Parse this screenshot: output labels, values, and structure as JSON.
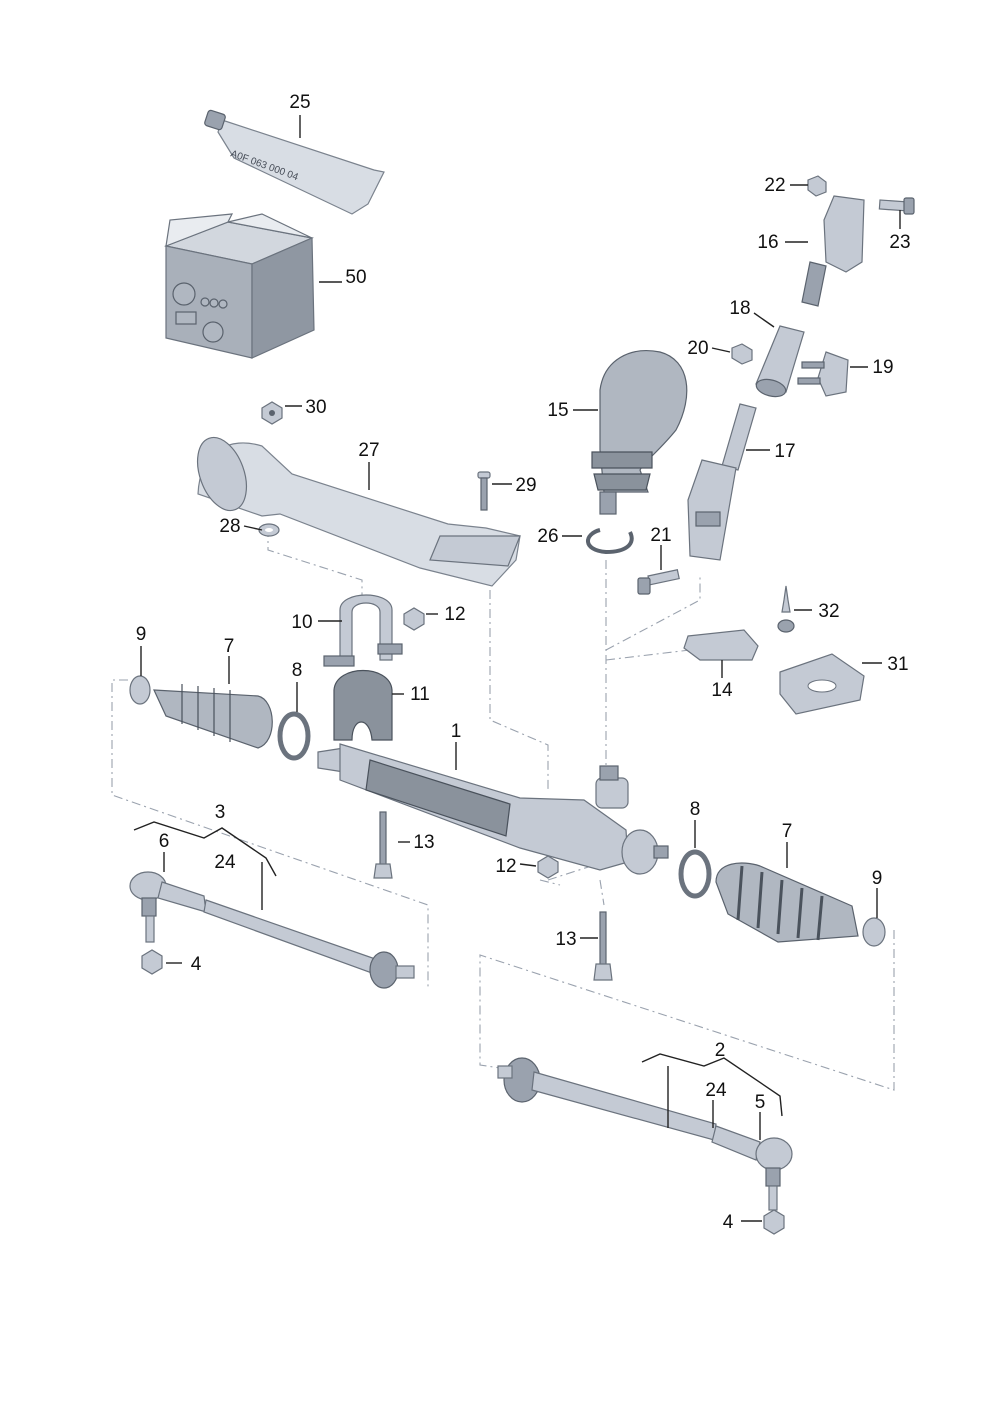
{
  "labels": {
    "l25": "25",
    "l50": "50",
    "l22": "22",
    "l23": "23",
    "l16": "16",
    "l18": "18",
    "l20": "20",
    "l19": "19",
    "l15": "15",
    "l17": "17",
    "l30": "30",
    "l27": "27",
    "l29": "29",
    "l28": "28",
    "l26": "26",
    "l21": "21",
    "l10": "10",
    "l12a": "12",
    "l32": "32",
    "l31": "31",
    "l14": "14",
    "l9a": "9",
    "l7a": "7",
    "l8a": "8",
    "l11": "11",
    "l1": "1",
    "l3": "3",
    "l6": "6",
    "l24a": "24",
    "l13a": "13",
    "l12b": "12",
    "l8b": "8",
    "l7b": "7",
    "l9b": "9",
    "l13b": "13",
    "l4a": "4",
    "l2": "2",
    "l24b": "24",
    "l5": "5",
    "l4b": "4"
  },
  "tube_text": "A0F 063 000 04",
  "colors": {
    "part_fill": "#c4cad4",
    "part_dark": "#8a929c",
    "outline": "#4a525c",
    "dash": "#9aa2ae",
    "label": "#111111"
  }
}
